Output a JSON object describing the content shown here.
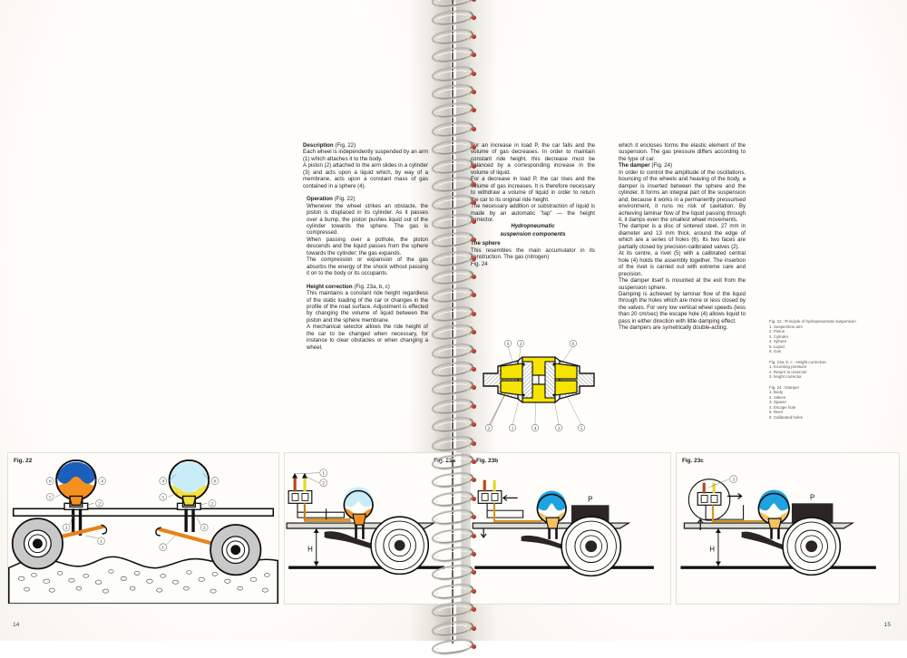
{
  "document": {
    "type": "book-spread",
    "binding": "spiral-wire",
    "page_left_number": "14",
    "page_right_number": "15"
  },
  "columns": {
    "col1": {
      "sections": [
        {
          "heading": "Description",
          "heading_ref": " (Fig. 22)",
          "paragraphs": [
            "Each wheel is independently suspended by an arm (1) which attaches it to the body.",
            "A piston (2) attached to the arm slides in a cylinder (3) and acts upon a liquid which, by way of a membrane, acts upon a constant mass of gas contained in a sphere (4)."
          ]
        },
        {
          "heading": "Operation",
          "heading_ref": " (Fig. 22)",
          "paragraphs": [
            "Whenever the wheel strikes an obstacle, the piston is displaced in its cylinder. As it passes over a bump, the piston pushes liquid out of the cylinder towards the sphere. The gas is compressed.",
            "When passing over a pothole, the piston descends and the liquid passes from the sphere towards the cylinder; the gas expands.",
            "The compression or expansion of the gas absorbs the energy of the shock without passing it on to the body or its occupants."
          ]
        },
        {
          "heading": "Height correction",
          "heading_ref": " (Fig. 23a, b, c)",
          "paragraphs": [
            "This maintains a constant ride height regardless of the static loading of the car or changes in the profile of the road surface. Adjustment is effected by changing the volume of liquid between the piston and the sphere membrane.",
            "A mechanical selector allows the ride height of the car to be changed when necessary, for instance to clear obstacles or when changing a wheel."
          ]
        }
      ]
    },
    "col2": {
      "paragraphs": [
        "For an increase in load P, the car falls and the volume of gas decreases. In order to maintain constant ride height, this decrease must be balanced by a corresponding increase in the volume of liquid.",
        "For a decrease in load P, the car rises and the volume of gas increases. It is therefore necessary to withdraw a volume of liquid in order to return the car to its original ride height.",
        "The necessary addition or substraction of liquid is made by an automatic \"tap\" — the height corrector."
      ],
      "center_heading_line1": "Hydropneumatic",
      "center_heading_line2": "suspension components",
      "sphere_heading": "The sphere",
      "sphere_paragraph": "This resembles the main accumulator in its construction. The gas (nitrogen)",
      "fig24_label": "Fig. 24"
    },
    "col3": {
      "lead_paragraph": "which it encloses forms the elastic element of the suspension. The gas pressure differs according to the type of car.",
      "damper_heading": "The damper",
      "damper_heading_ref": " (Fig. 24)",
      "paragraphs": [
        "In order to control the amplitude of the oscillations, bouncing of the wheels and heaving of the body, a damper is inserted between the sphere and the cylinder. It forms an integral part of the suspension and, because it works in a permanently pressurised environment, it runs no risk of cavitation. By achieving laminar flow of the liquid passing through it, it damps even the smallest wheel movements.",
        "The damper is a disc of sintered steel, 27 mm in diameter and 13 mm thick, around the edge of which are a series of holes (6). Its two faces are partially closed by precision-calibrated valves (2).",
        "At its centre, a rivet (5) with a calibrated central hole (4) holds the assembly together. The insertion of the rivet is carried out with extreme care and precision.",
        "The damper itself is mounted at the exit from the suspension sphere.",
        "Damping is achieved by laminar flow of the liquid through the holes which are more or less closed by the valves. For very low vertical wheel speeds (less than 20 cm/sec) the escape hole (4) allows liquid to pass in either direction with little damping effect.",
        "The dampers are symetrically double-acting."
      ]
    }
  },
  "legend": {
    "groups": [
      {
        "title": "Fig. 22 : Principle of hydropneumatic suspension",
        "items": [
          "1. Suspension arm",
          "2. Piston",
          "3. Cylinder",
          "4. Sphere",
          "5. Liquid",
          "6. Gas"
        ]
      },
      {
        "title": "Fig. 23a, b, c : Height correction",
        "items": [
          "1. Incoming pressure",
          "2. Return to reservoir",
          "3. height corrector"
        ]
      },
      {
        "title": "Fig. 24 : Damper",
        "items": [
          "1. Body",
          "2. Valves",
          "3. Spacer",
          "4. Escape hole",
          "5. Rivet",
          "6. Calibrated holes"
        ]
      }
    ]
  },
  "figures": {
    "fig22": {
      "label": "Fig. 22",
      "callouts": [
        "6",
        "4",
        "5",
        "2",
        "3",
        "1",
        "4",
        "6",
        "5",
        "2",
        "3",
        "1"
      ],
      "colors": {
        "gas_compressed": "#1b5fbd",
        "liquid_compressed": "#f59020",
        "gas_expanded": "#c8ecf8",
        "liquid_expanded": "#f6e03a",
        "arm": "#e8821a",
        "wheel": "#c9c9c9"
      }
    },
    "fig23a": {
      "label": "Fig. 23a",
      "callouts": [
        "1",
        "2"
      ],
      "height_marker": "H"
    },
    "fig23b": {
      "label": "Fig. 23b",
      "load_marker": "P"
    },
    "fig23c": {
      "label": "Fig. 23c",
      "callouts": [
        "3"
      ],
      "height_marker": "H",
      "load_marker": "P"
    },
    "fig24": {
      "label": "Fig. 24",
      "callouts_top": [
        "6",
        "2",
        "6"
      ],
      "callouts_bottom": [
        "2",
        "1",
        "4",
        "3",
        "5"
      ],
      "colors": {
        "body": "#f5e300",
        "hatch": "#3a3a3a"
      }
    }
  }
}
